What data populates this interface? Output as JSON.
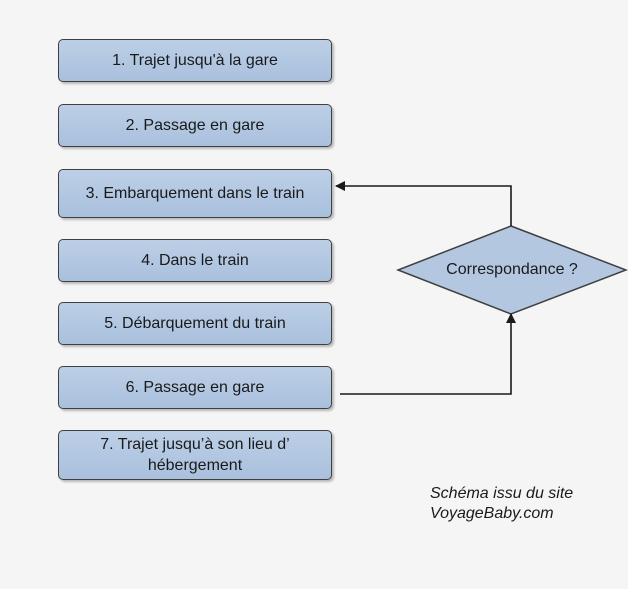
{
  "steps": [
    {
      "label": "1. Trajet jusqu'à la gare"
    },
    {
      "label": "2. Passage en gare"
    },
    {
      "label": "3. Embarquement dans le train"
    },
    {
      "label": "4. Dans le train"
    },
    {
      "label": "5. Débarquement du train"
    },
    {
      "label": "6. Passage en gare"
    },
    {
      "label": "7. Trajet jusqu’à son lieu d’ hébergement"
    }
  ],
  "decision": {
    "label": "Correspondance ?"
  },
  "credit": {
    "line1": "Schéma issu du site",
    "line2": "VoyageBaby.com"
  },
  "colors": {
    "box_fill": "#b3c7e1",
    "box_border": "#3f3f3f",
    "arrow": "#1a1a1a",
    "background": "#f5f5f5"
  }
}
